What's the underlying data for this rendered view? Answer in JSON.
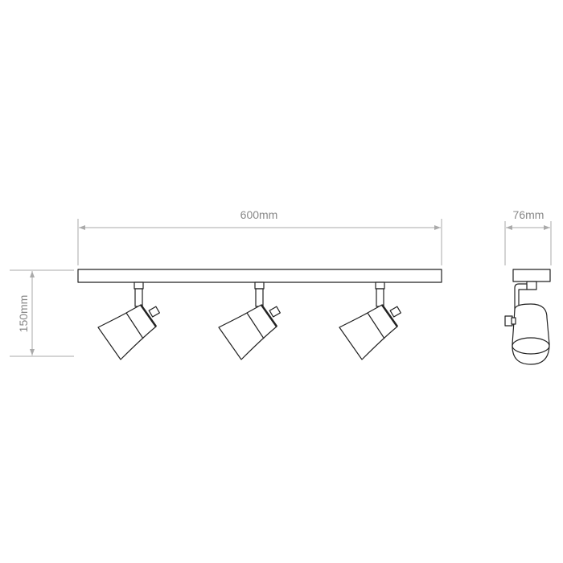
{
  "dimensions": {
    "width_label": "600mm",
    "height_label": "150mm",
    "depth_label": "76mm"
  },
  "spotlight_count": 3
}
